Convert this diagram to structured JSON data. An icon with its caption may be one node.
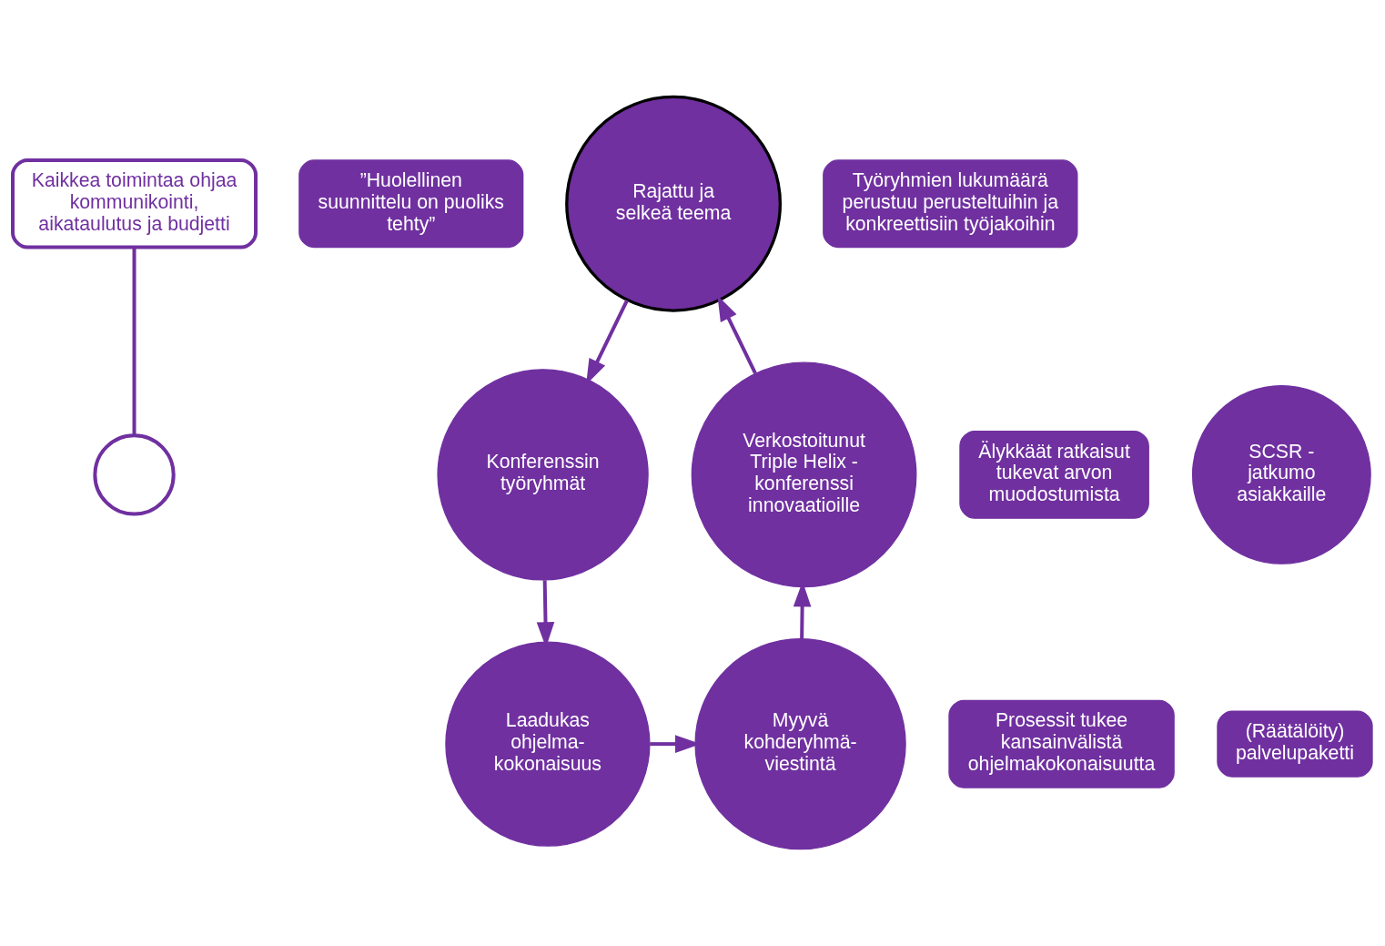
{
  "diagram": {
    "nodes": [
      {
        "text": [
          "Kaikkea toimintaa ohjaa kommunikointi, aikataulutus ja budjetti"
        ]
      },
      {
        "text": [
          "”Huolellinen suunnittelu on puoliks tehty”"
        ]
      },
      {
        "text": [
          "Rajattu ja selkeä teema"
        ]
      },
      {
        "text": [
          "Työryhmien lukumäärä perustuu perusteltuihin ja konkreettisiin työjakoihin"
        ]
      },
      {
        "text": [
          "Konferenssin työryhmät"
        ]
      },
      {
        "text": [
          "Laadukas ohjelma- kokonaisuus"
        ]
      },
      {
        "text": [
          "Prosessit tukee kansainvälistä ohjelmakokonaisuutta"
        ]
      },
      {
        "text": [
          "Myyvä kohderyhmä- viestintä"
        ]
      },
      {
        "text": [
          "(Räätälöity) palvelupaketti"
        ]
      },
      {
        "text": [
          "Verkostoitunut Triple Helix - konferenssi innovaatioille"
        ]
      },
      {
        "text": [
          "Älykkäät ratkaisut tukevat arvon muodostumista"
        ]
      },
      {
        "text": [
          "SCSR - jatkumo asiakkaille"
        ]
      },
      {
        "text": [],
        "shape": "circle"
      }
    ],
    "edges": [
      {
        "from": 0,
        "to": 12,
        "arrow": "none"
      },
      {
        "from": 2,
        "to": 4,
        "arrow": "to"
      },
      {
        "from": 4,
        "to": 5,
        "arrow": "to"
      },
      {
        "from": 5,
        "to": 7,
        "arrow": "to"
      },
      {
        "from": 7,
        "to": 9,
        "arrow": "to"
      },
      {
        "from": 9,
        "to": 2,
        "arrow": "to"
      }
    ]
  }
}
